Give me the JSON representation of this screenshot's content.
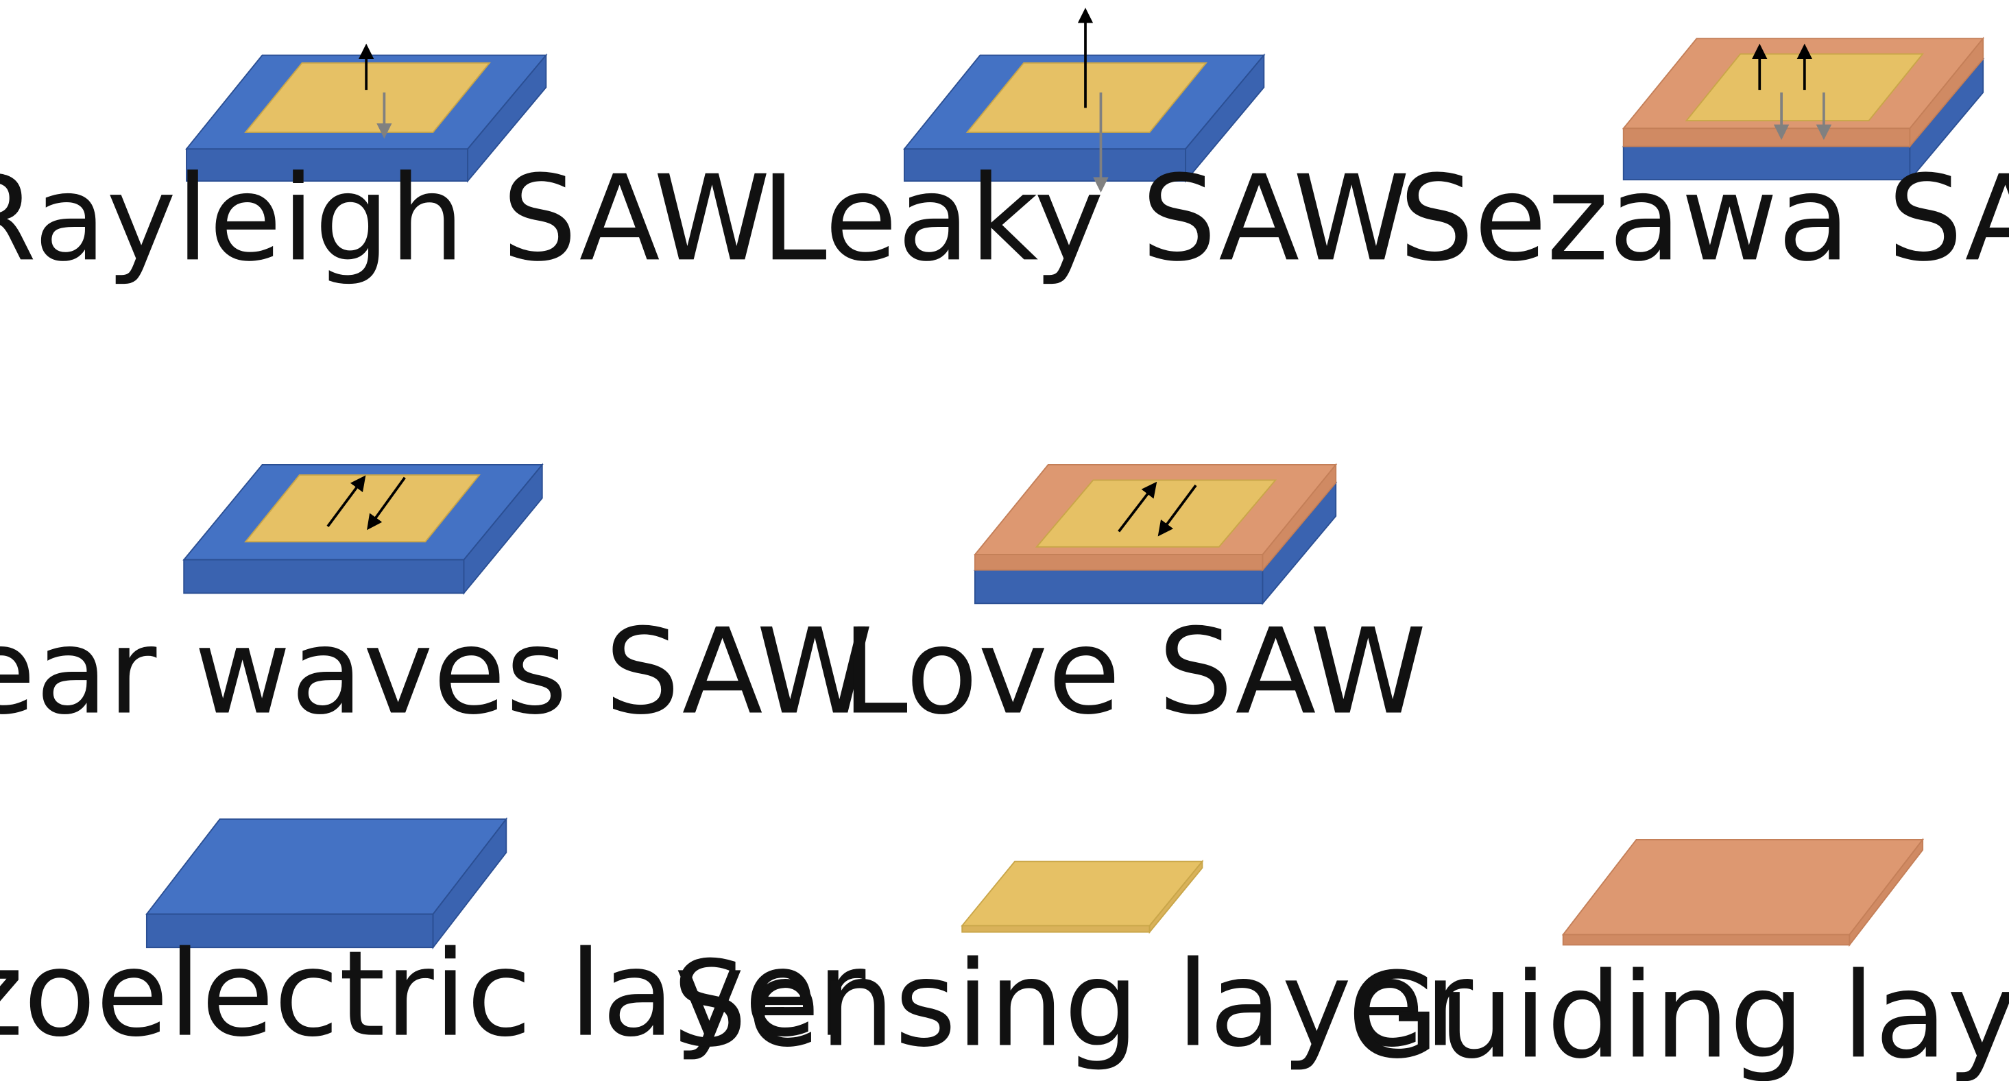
{
  "colors": {
    "piezo_top": "#4472c4",
    "piezo_side": "#3a63b0",
    "piezo_edge": "#2b4f93",
    "sensing_top": "#e6c165",
    "sensing_edge": "#c9a649",
    "guiding_top": "#dd9871",
    "guiding_edge": "#c47f58",
    "arrow_up": "#000000",
    "arrow_down": "#808080"
  },
  "icons": {
    "wave_arrow": "arrow-icon"
  },
  "labels": {
    "rayleigh": "Rayleigh SAW",
    "leaky": "Leaky SAW",
    "sezawa": "Sezawa SAW",
    "shear": "Shear waves SAW",
    "love": "Love SAW",
    "piezo": "Piezoelectric layer",
    "sensing": "Sensing layer",
    "guiding": "Guiding layer"
  }
}
